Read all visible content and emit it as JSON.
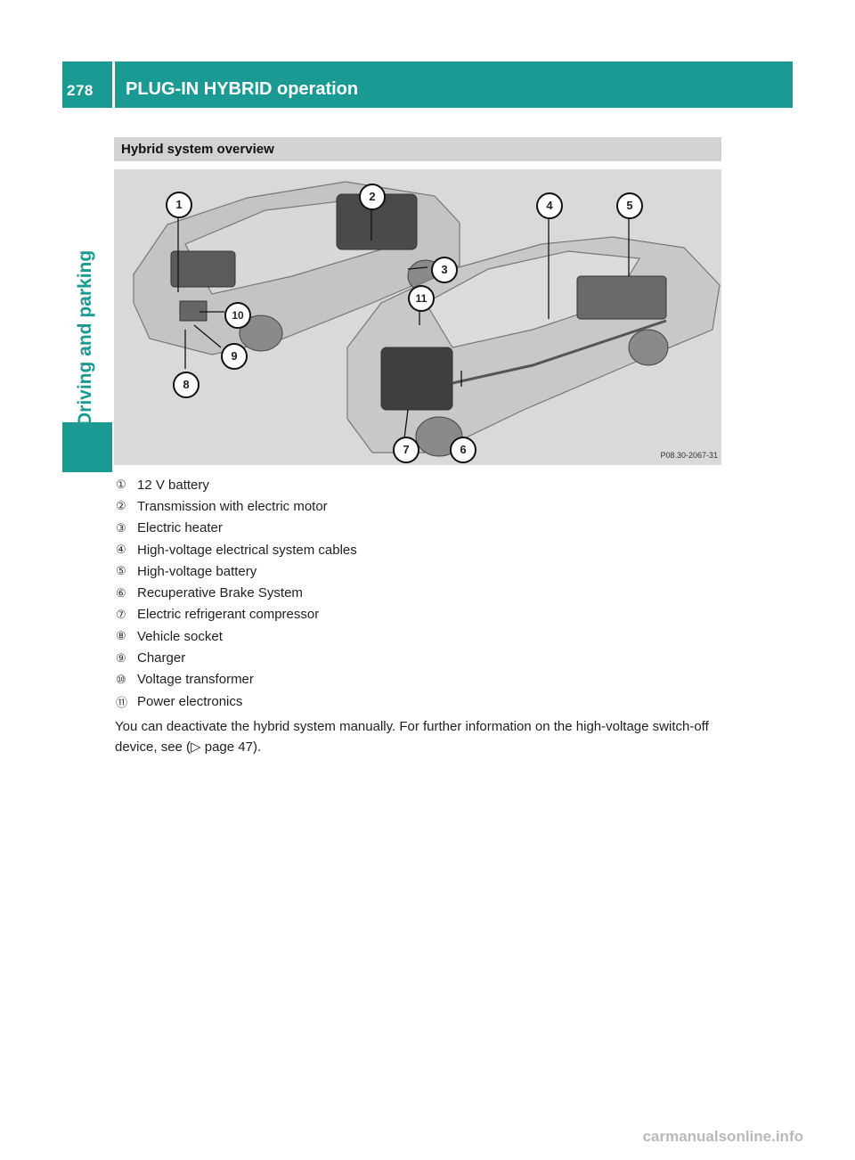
{
  "header": {
    "page_number": "278",
    "section_title": "PLUG-IN HYBRID operation"
  },
  "side_tab": "Driving and parking",
  "section_heading": "Hybrid system overview",
  "figure": {
    "code": "P08.30-2067-31",
    "callouts": [
      "1",
      "2",
      "3",
      "4",
      "5",
      "6",
      "7",
      "8",
      "9",
      "10",
      "11"
    ]
  },
  "legend": [
    {
      "num": "①",
      "label": "12 V battery"
    },
    {
      "num": "②",
      "label": "Transmission with electric motor"
    },
    {
      "num": "③",
      "label": "Electric heater"
    },
    {
      "num": "④",
      "label": "High-voltage electrical system cables"
    },
    {
      "num": "⑤",
      "label": "High-voltage battery"
    },
    {
      "num": "⑥",
      "label": "Recuperative Brake System"
    },
    {
      "num": "⑦",
      "label": "Electric refrigerant compressor"
    },
    {
      "num": "⑧",
      "label": "Vehicle socket"
    },
    {
      "num": "⑨",
      "label": "Charger"
    },
    {
      "num": "⑩",
      "label": "Voltage transformer"
    },
    {
      "num": "⑪",
      "label": "Power electronics"
    }
  ],
  "body_text": "You can deactivate the hybrid system manually. For further information on the high-voltage switch-off device, see (▷ page 47).",
  "watermark": "carmanualsonline.info",
  "colors": {
    "accent": "#1a9a92"
  }
}
